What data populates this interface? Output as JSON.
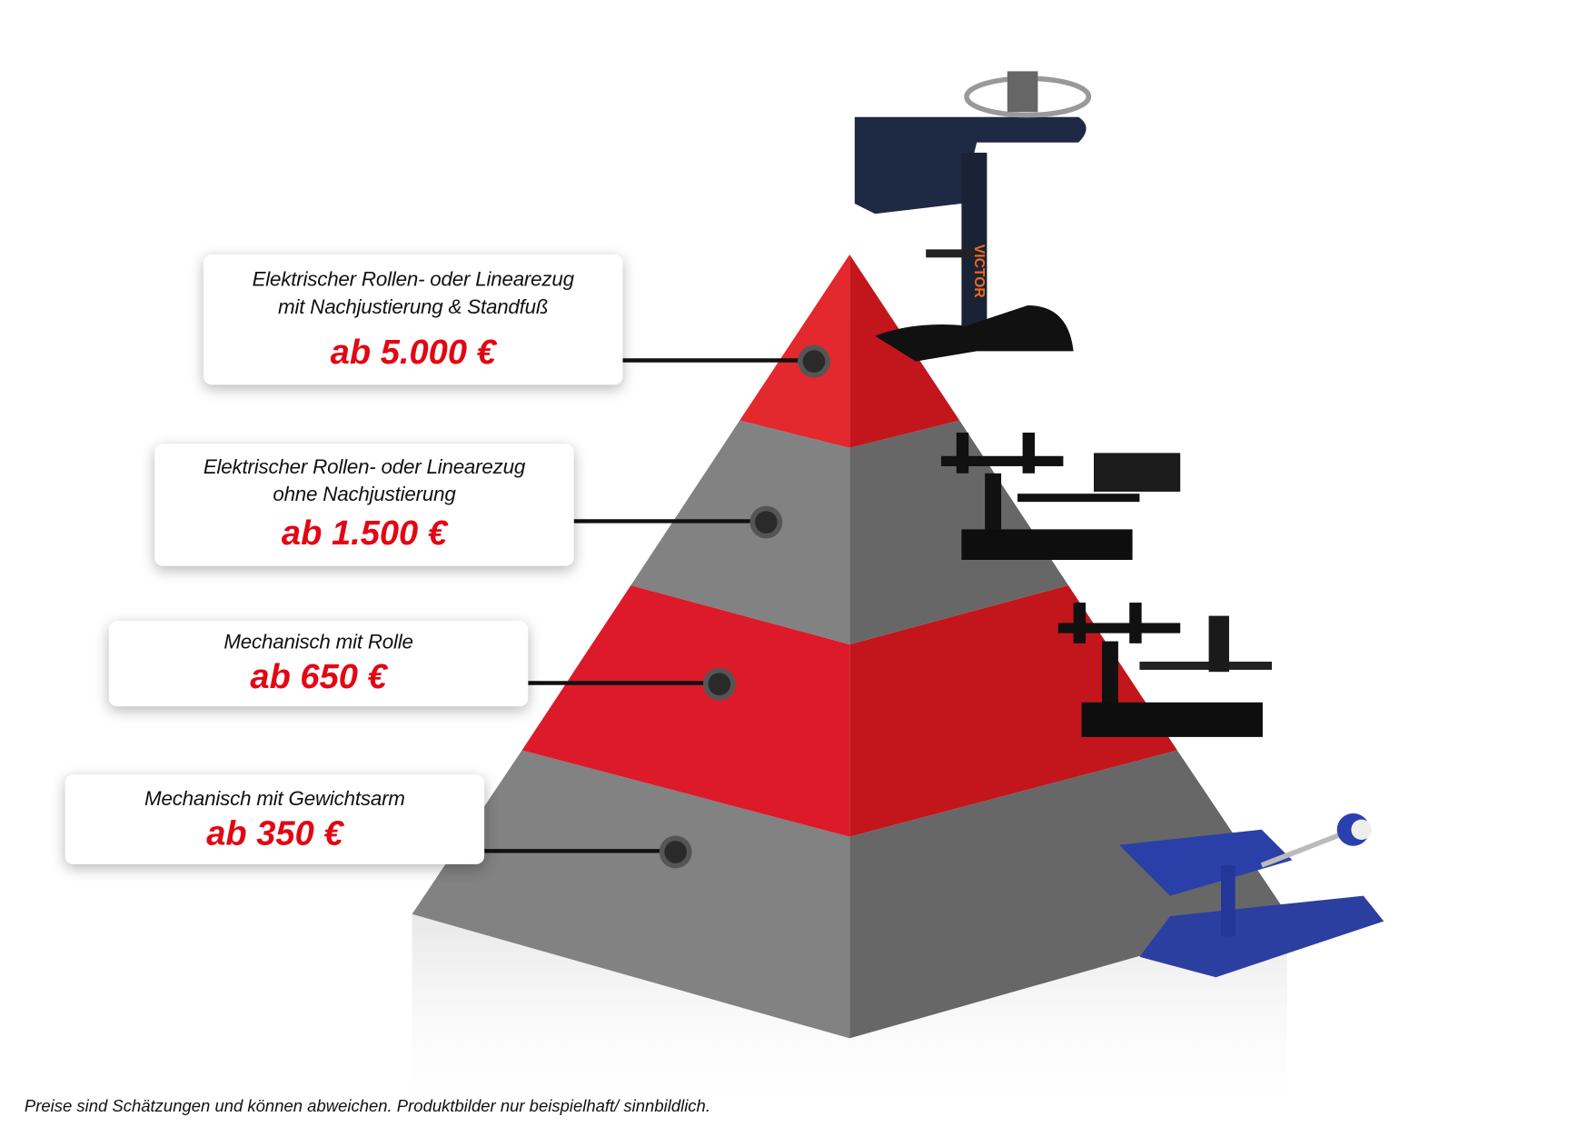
{
  "tiers": [
    {
      "label_lines": [
        "Elektrischer Rollen- oder Linearezug",
        "mit Nachjustierung & Standfuß"
      ],
      "price": "ab 5.000 €"
    },
    {
      "label_lines": [
        "Elektrischer Rollen- oder Linearezug",
        "ohne Nachjustierung"
      ],
      "price": "ab 1.500 €"
    },
    {
      "label_lines": [
        "Mechanisch mit Rolle"
      ],
      "price": "ab 650 €"
    },
    {
      "label_lines": [
        "Mechanisch mit Gewichtsarm"
      ],
      "price": "ab 350 €"
    }
  ],
  "product_brand": "VICTOR",
  "footnote": "Preise sind Schätzungen und können abweichen. Produktbilder nur beispielhaft/ sinnbildlich.",
  "colors": {
    "red_light": "#e3282e",
    "red_dark": "#c3161c",
    "gray_light": "#828282",
    "gray_dark": "#676767",
    "price": "#e30613"
  }
}
